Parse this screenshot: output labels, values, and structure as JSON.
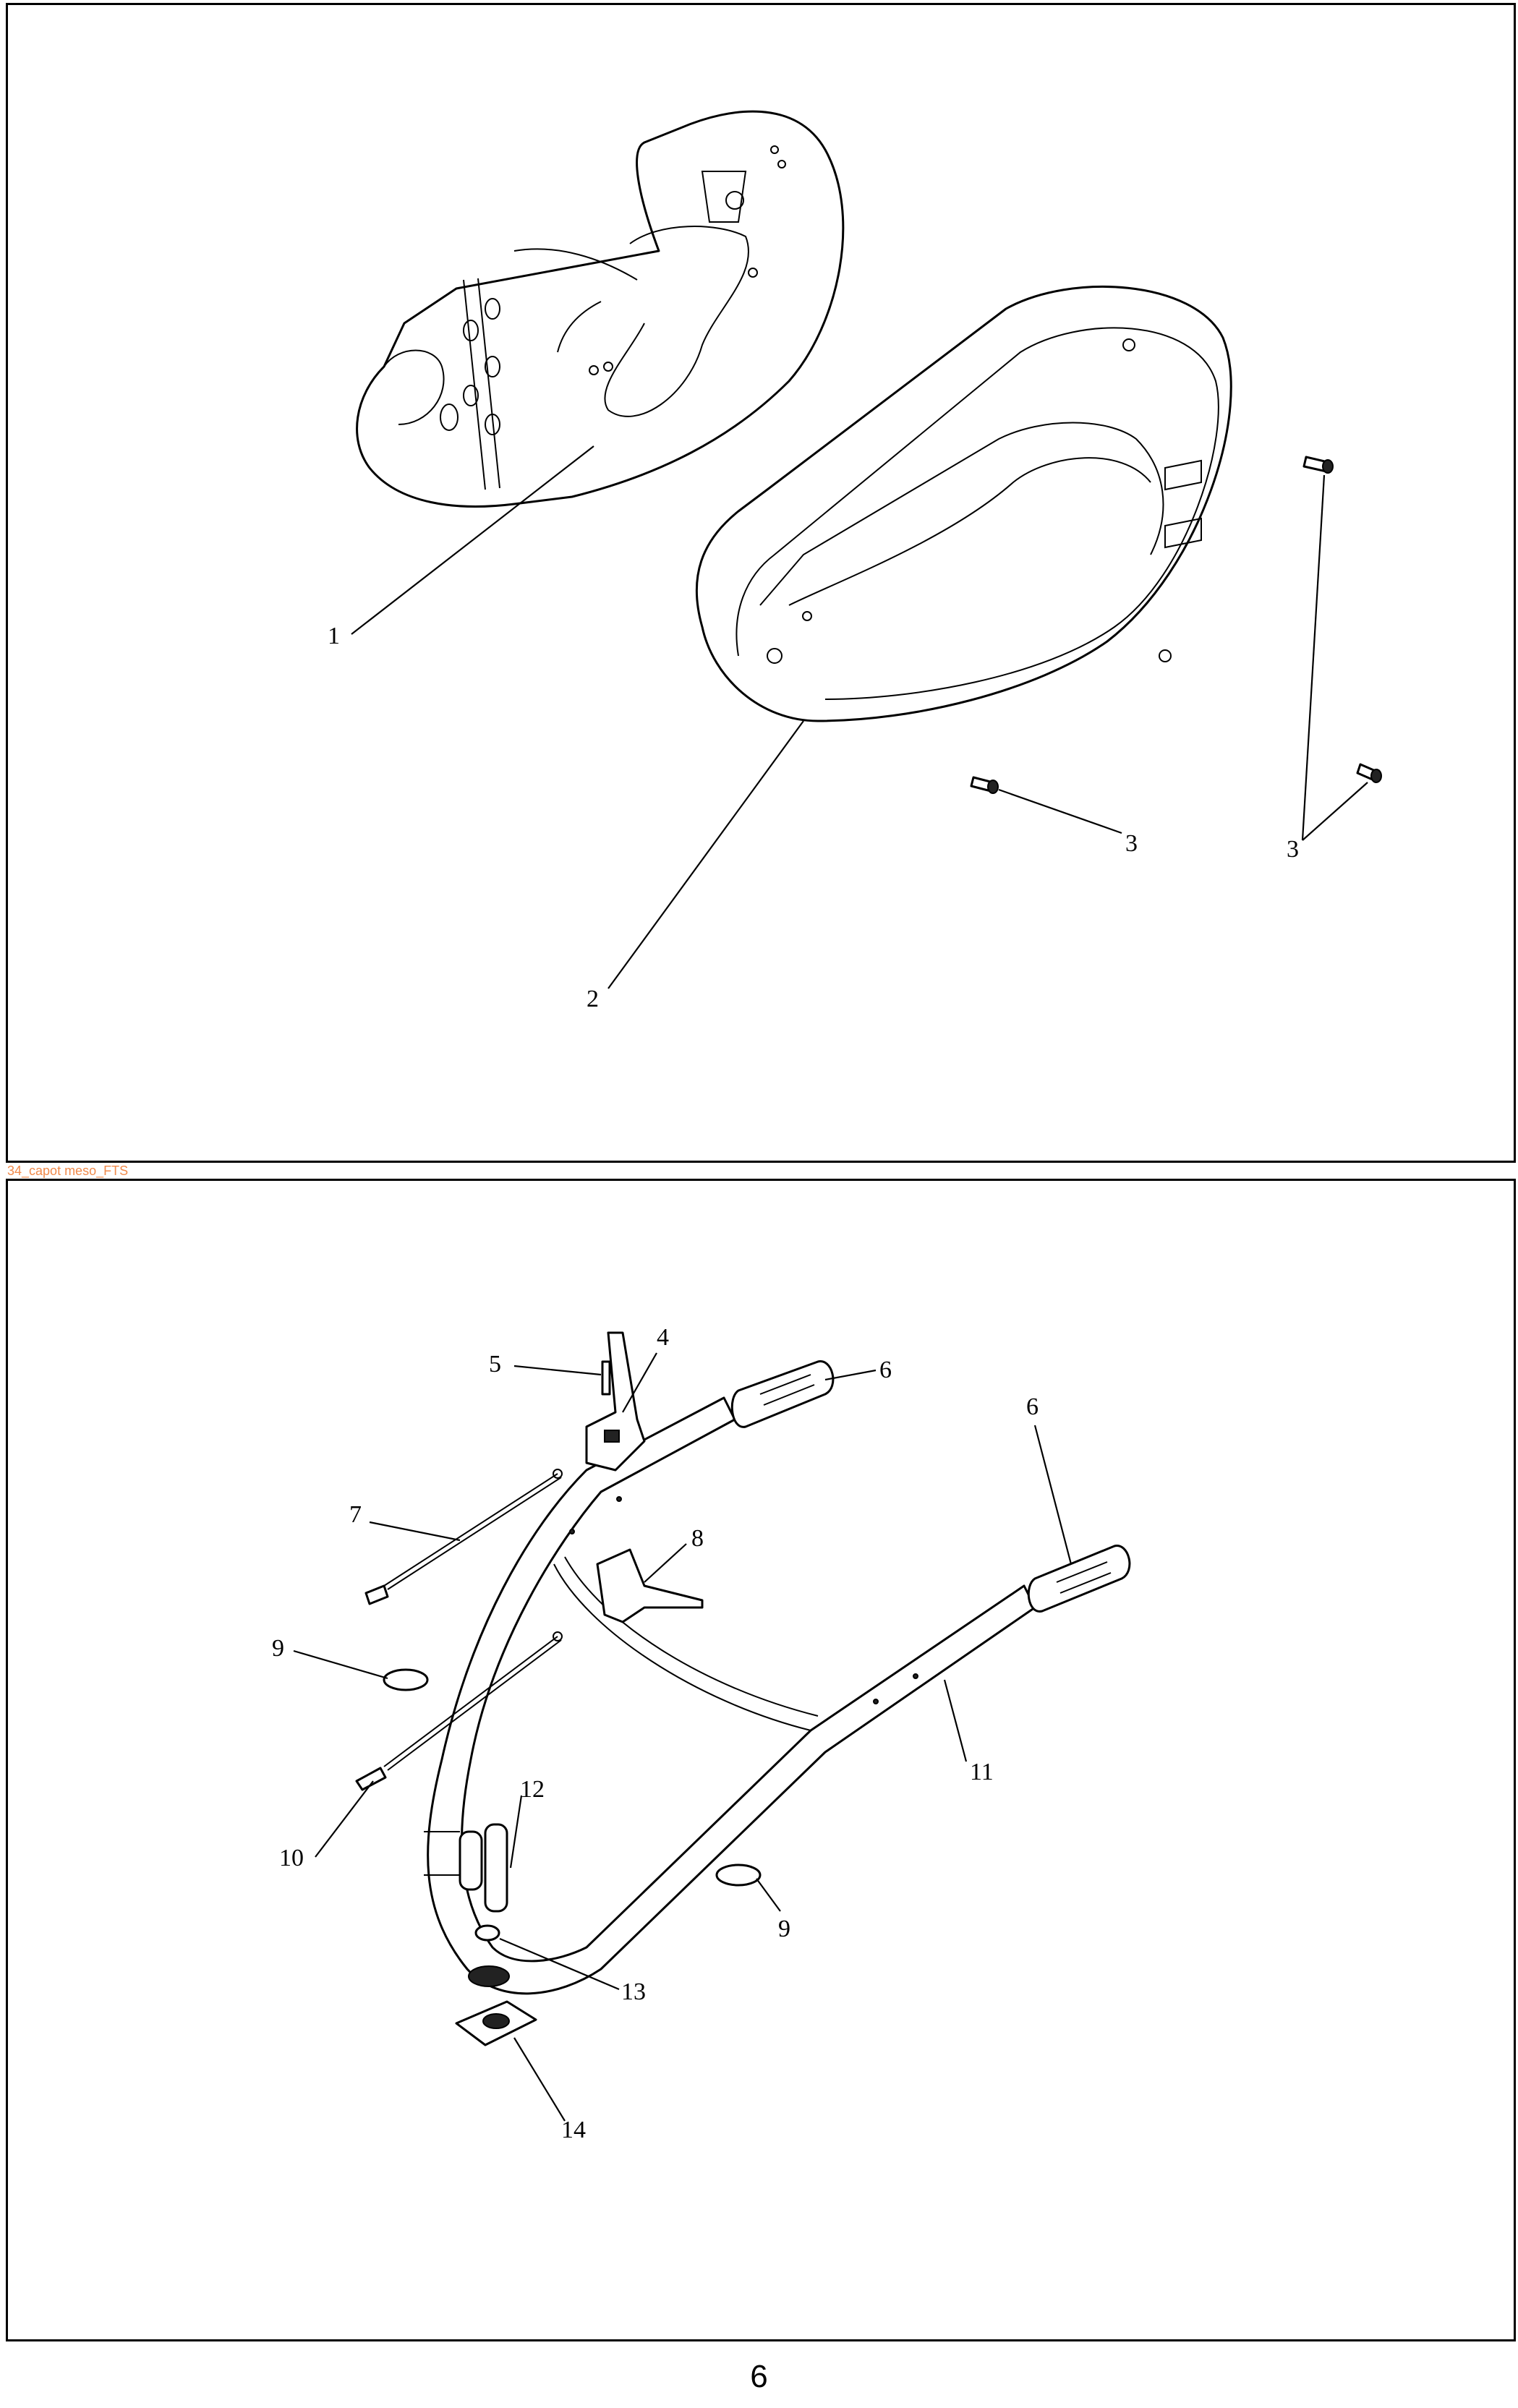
{
  "file_tag": "34_capot meso_FTS",
  "page_number": "6",
  "top_diagram": {
    "callouts": [
      "1",
      "2",
      "3",
      "3"
    ]
  },
  "bottom_diagram": {
    "callouts": [
      "4",
      "5",
      "6",
      "6",
      "7",
      "8",
      "9",
      "9",
      "10",
      "11",
      "12",
      "13",
      "14"
    ]
  }
}
